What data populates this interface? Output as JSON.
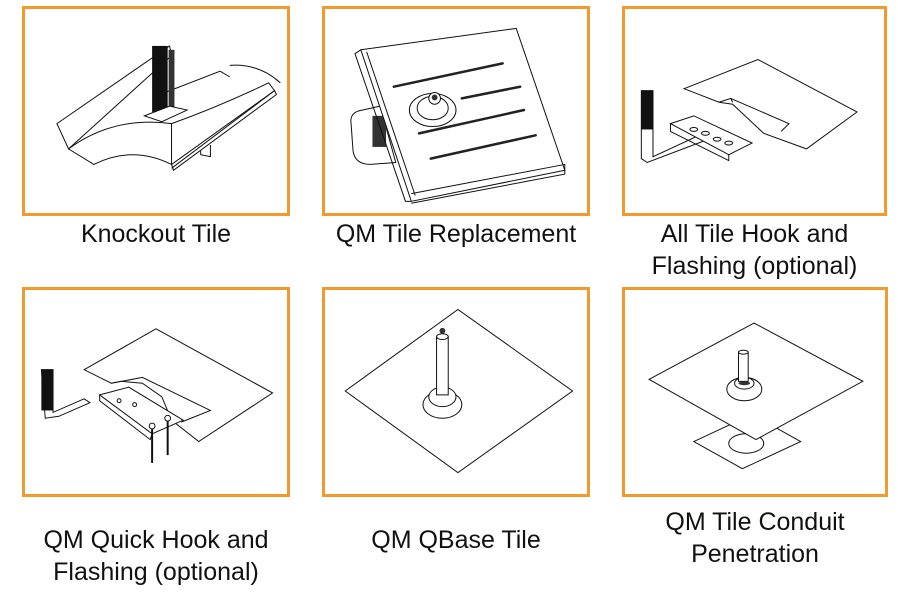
{
  "accent_color": "#F29A2E",
  "products": [
    {
      "id": "knockout-tile",
      "label_lines": [
        "Knockout Tile"
      ]
    },
    {
      "id": "qm-tile-replacement",
      "label_lines": [
        "QM Tile Replacement"
      ]
    },
    {
      "id": "all-tile-hook-and-flashing",
      "label_lines": [
        "All Tile Hook and",
        "Flashing (optional)"
      ]
    },
    {
      "id": "qm-quick-hook-and-flashing",
      "label_lines": [
        "QM Quick Hook and",
        "Flashing (optional)"
      ]
    },
    {
      "id": "qm-qbase-tile",
      "label_lines": [
        "QM QBase Tile"
      ]
    },
    {
      "id": "qm-tile-conduit-penetration",
      "label_lines": [
        "QM Tile Conduit",
        "Penetration"
      ]
    }
  ]
}
